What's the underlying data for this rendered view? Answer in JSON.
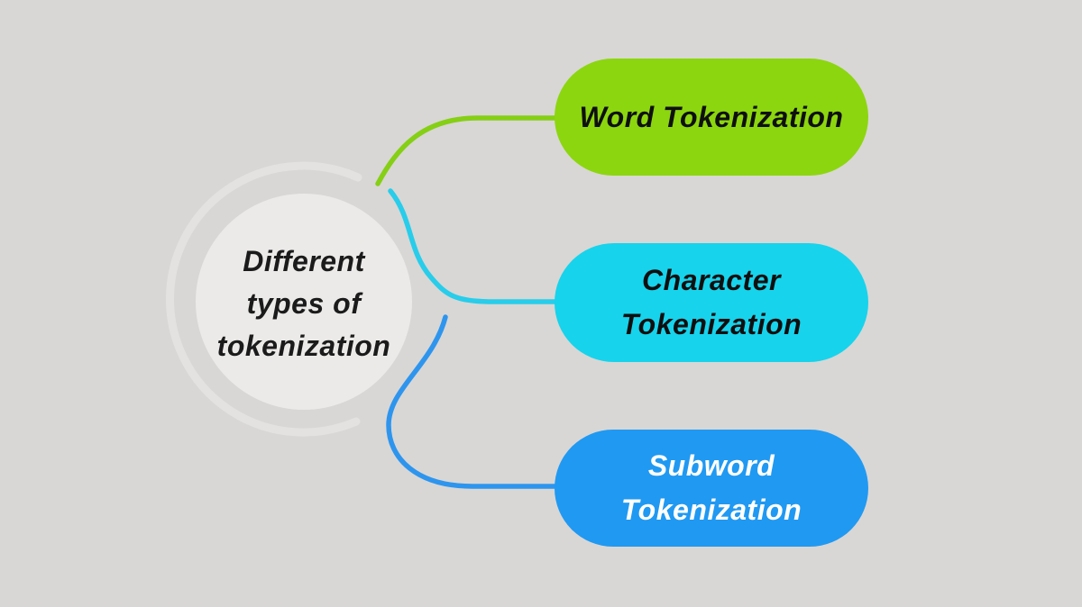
{
  "title": "Different types of tokenization",
  "colors": {
    "background": "#d8d7d5",
    "circle_fill": "#ebeae8",
    "ring_stroke": "#e3e2e1",
    "center_text": "#1b1b1b"
  },
  "center_node": {
    "lines": [
      "Different",
      "types of",
      "tokenization"
    ]
  },
  "branches": [
    {
      "id": "word",
      "lines": [
        "Word Tokenization",
        ""
      ],
      "fill": "#8cd60f",
      "text_color": "#0f0f0f",
      "connector_color": "#85cf15"
    },
    {
      "id": "character",
      "lines": [
        "Character",
        "Tokenization"
      ],
      "fill": "#17d3ec",
      "text_color": "#0f0f0f",
      "connector_color": "#27cdea"
    },
    {
      "id": "subword",
      "lines": [
        "Subword",
        "Tokenization"
      ],
      "fill": "#2099f2",
      "text_color": "#ffffff",
      "connector_color": "#2e95ee"
    }
  ]
}
